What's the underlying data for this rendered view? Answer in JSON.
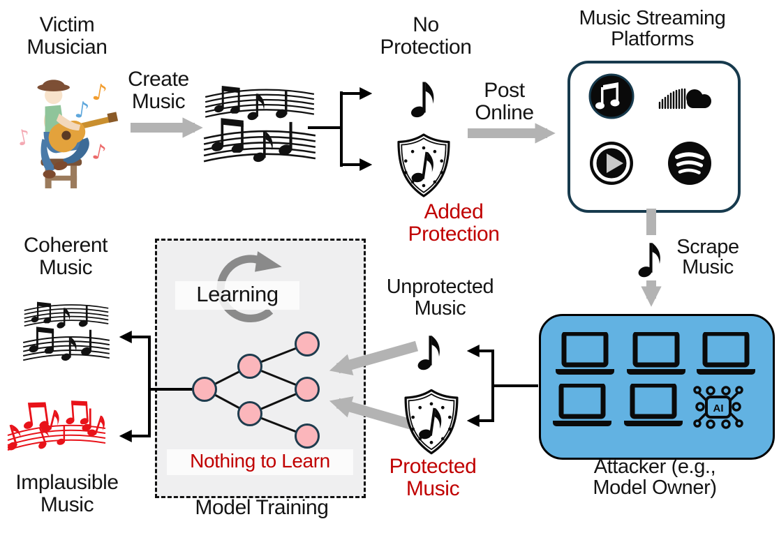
{
  "labels": {
    "victim": "Victim\nMusician",
    "create": "Create\nMusic",
    "no_protection": "No\nProtection",
    "added_protection": "Added\nProtection",
    "post_online": "Post\nOnline",
    "platforms": "Music Streaming\nPlatforms",
    "scrape": "Scrape\nMusic",
    "attacker": "Attacker (e.g.,\nModel Owner)",
    "unprotected": "Unprotected\nMusic",
    "protected": "Protected\nMusic",
    "learning": "Learning",
    "nothing_to_learn": "Nothing to Learn",
    "model_training": "Model Training",
    "coherent": "Coherent\nMusic",
    "implausible": "Implausible\nMusic",
    "ai": "AI"
  },
  "colors": {
    "red_text": "#c00000",
    "red_notes": "#e81219",
    "attacker_blue": "#62b2e2",
    "node_pink": "#fbb6bb",
    "node_border": "#1e3c4e",
    "box_border": "#173a4d",
    "gray_arrow": "#b3b3b3",
    "learning_gray": "#8a8a8a",
    "training_bg": "#efeff0"
  },
  "icons": {
    "note_glyph": "♪",
    "musician": "guitar-player-illustration",
    "music_score": "curved-staff-with-notes",
    "eighth_note": "black-eighth-note",
    "shield": "shield-with-music-note",
    "platform_logos": [
      "apple-music",
      "soundcloud",
      "play-button",
      "spotify"
    ],
    "attacker_icons": [
      "laptop",
      "laptop",
      "laptop",
      "laptop",
      "laptop",
      "ai-brain-chip"
    ],
    "learning_cycle": "circular-refresh-arrow",
    "neural_network": "pink-nodes-1-2-3"
  }
}
